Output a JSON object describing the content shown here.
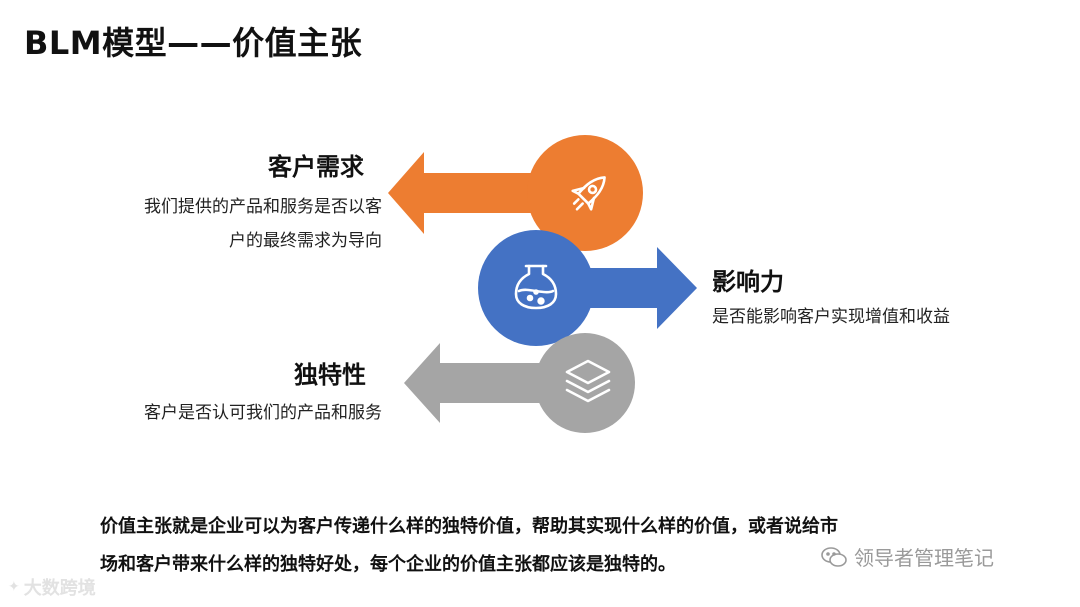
{
  "title": "BLM模型——价值主张",
  "colors": {
    "orange": "#ED7D31",
    "blue": "#4472C4",
    "gray": "#A5A5A5"
  },
  "items": [
    {
      "heading": "客户需求",
      "description_lines": [
        "我们提供的产品和服务是否以客",
        "户的最终需求为导向"
      ],
      "icon": "rocket-icon",
      "color": "#ED7D31",
      "direction": "left"
    },
    {
      "heading": "影响力",
      "description_lines": [
        "是否能影响客户实现增值和收益"
      ],
      "icon": "flask-icon",
      "color": "#4472C4",
      "direction": "right"
    },
    {
      "heading": "独特性",
      "description_lines": [
        "客户是否认可我们的产品和服务"
      ],
      "icon": "layers-icon",
      "color": "#A5A5A5",
      "direction": "left"
    }
  ],
  "summary": {
    "line1": "价值主张就是企业可以为客户传递什么样的独特价值，帮助其实现什么样的价值，或者说给市",
    "line2": "场和客户带来什么样的独特好处，每个企业的价值主张都应该是独特的。"
  },
  "watermarks": {
    "right": "领导者管理笔记",
    "left": "大数跨境"
  }
}
